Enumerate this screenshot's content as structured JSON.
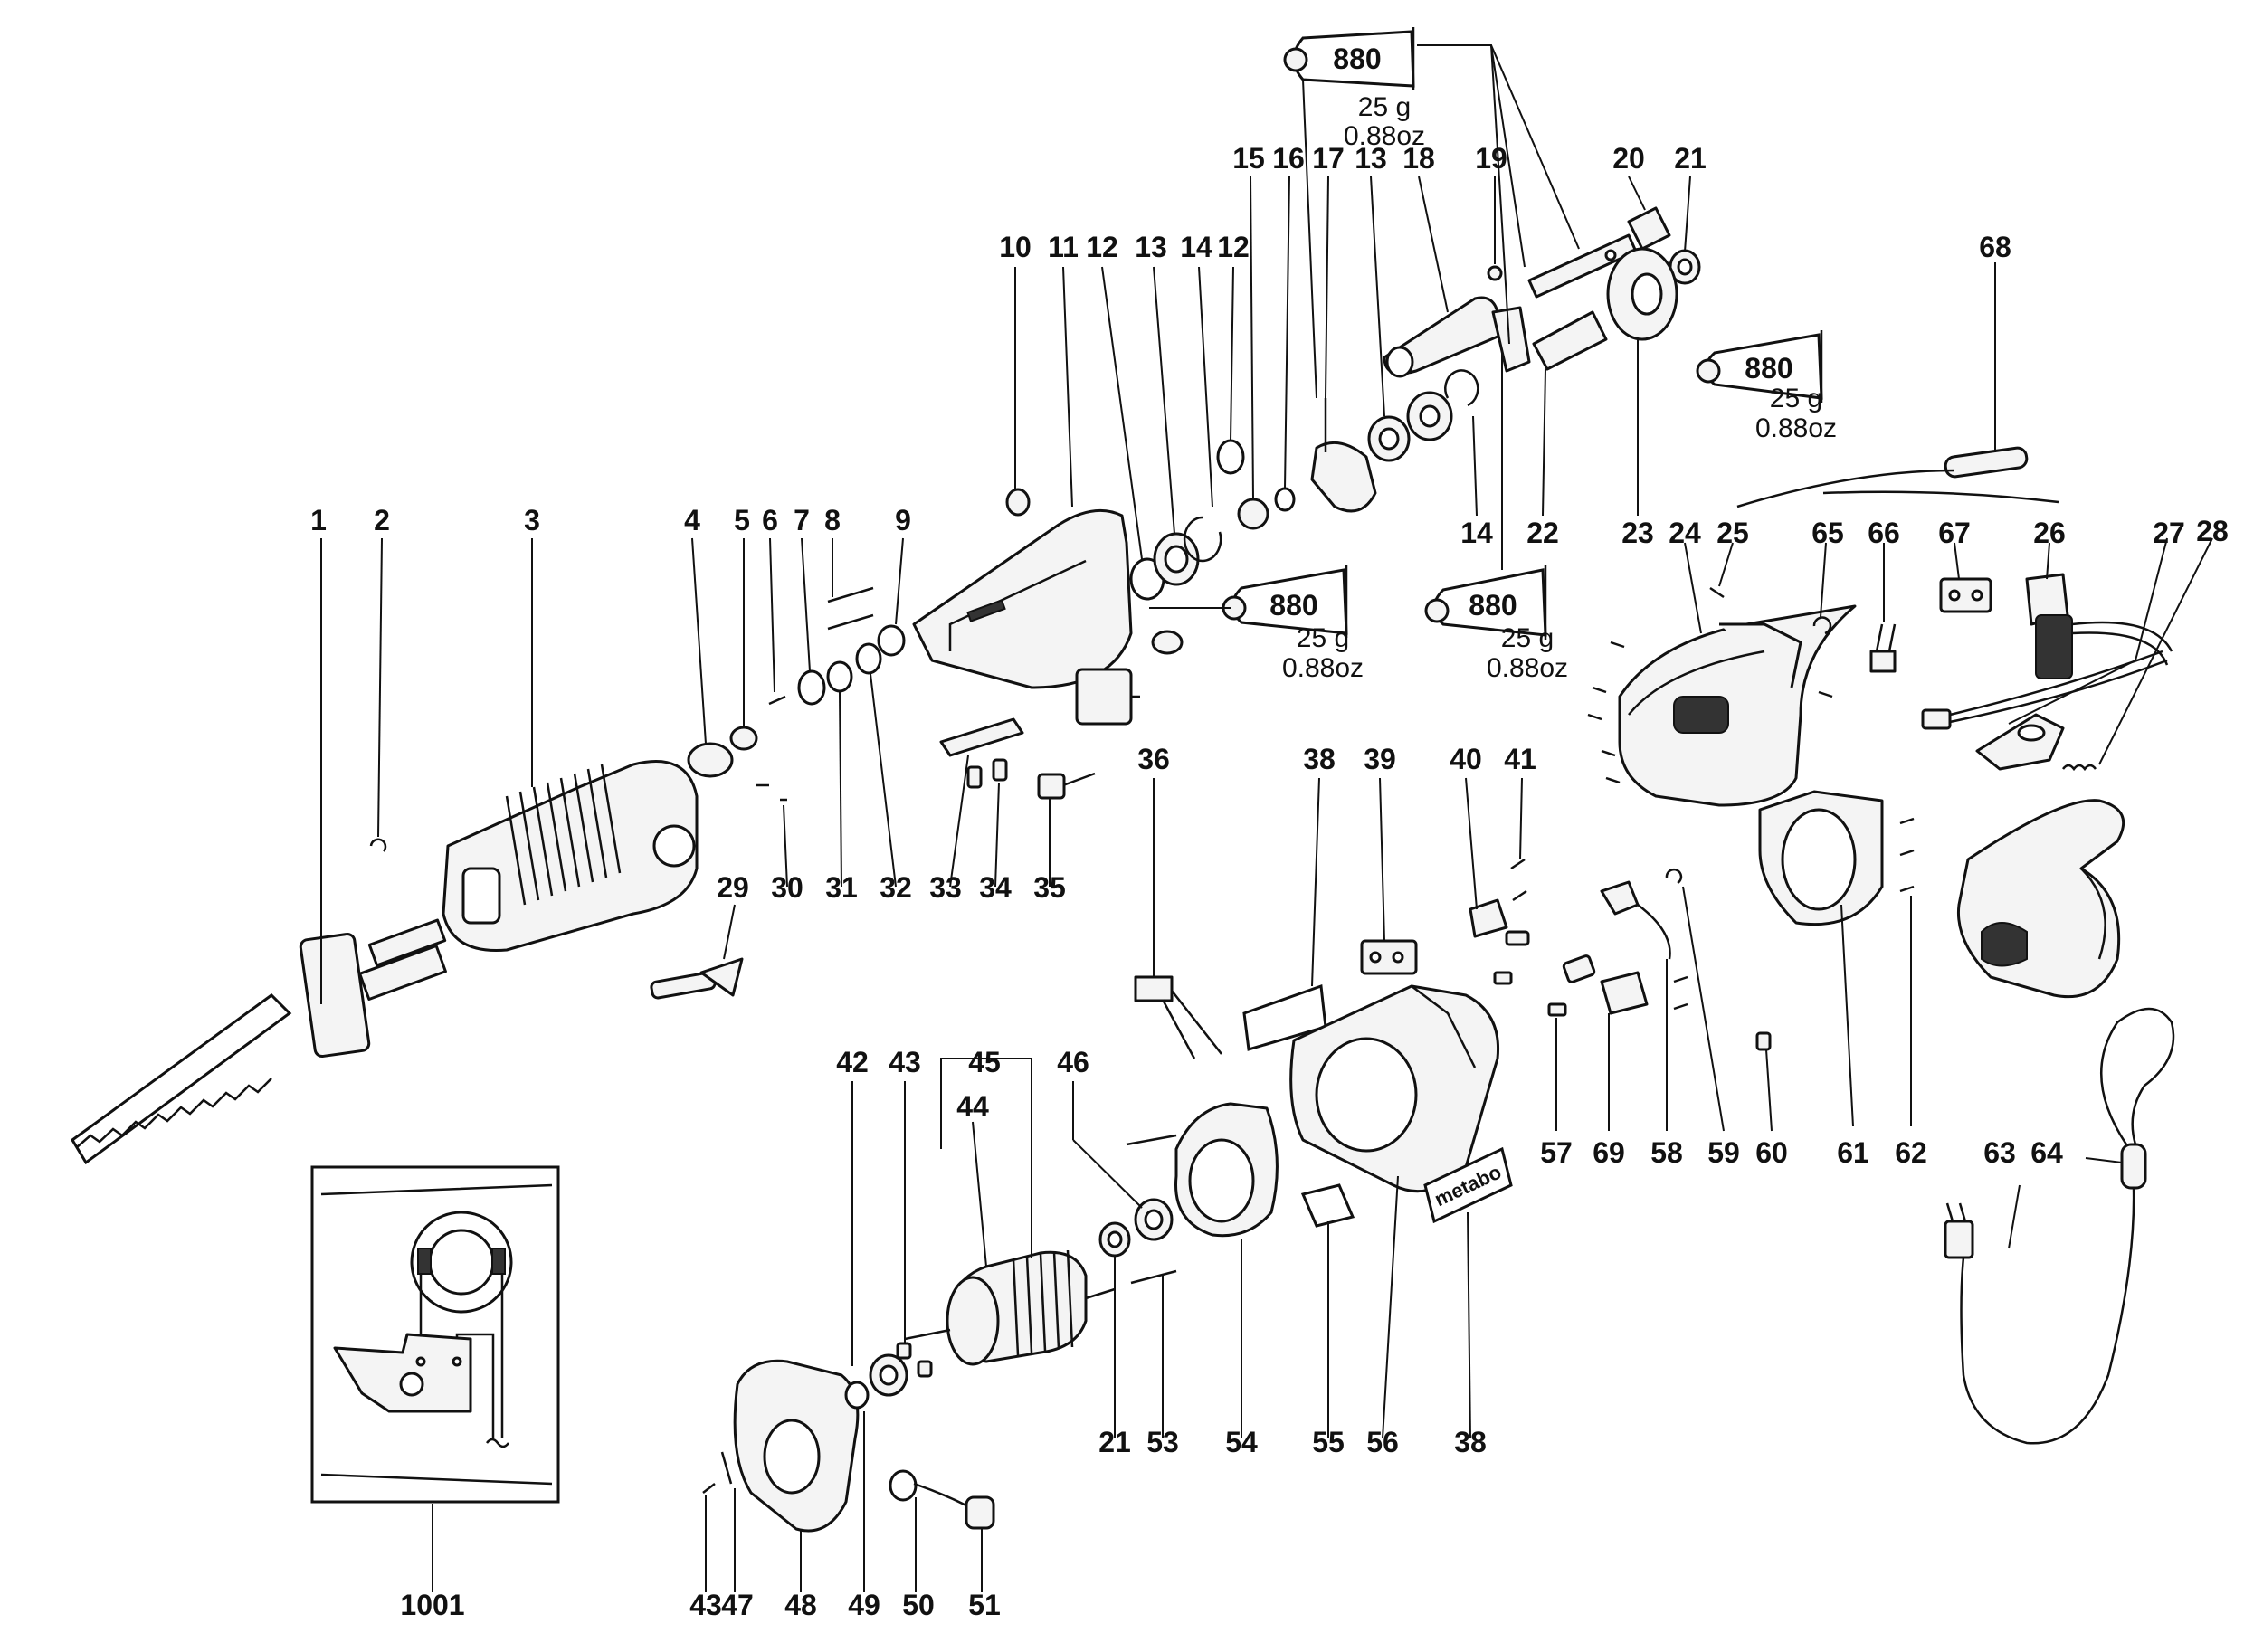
{
  "labels": [
    "1",
    "2",
    "3",
    "4",
    "5",
    "6",
    "7",
    "8",
    "9",
    "10",
    "11",
    "12",
    "13",
    "14",
    "12",
    "15",
    "16",
    "17",
    "13",
    "18",
    "19",
    "20",
    "21",
    "14",
    "22",
    "23",
    "24",
    "25",
    "65",
    "66",
    "67",
    "26",
    "27",
    "28",
    "68",
    "29",
    "30",
    "31",
    "32",
    "33",
    "34",
    "35",
    "36",
    "38",
    "39",
    "40",
    "41",
    "42",
    "43",
    "45",
    "44",
    "46",
    "21",
    "53",
    "54",
    "55",
    "56",
    "38",
    "57",
    "69",
    "58",
    "59",
    "60",
    "61",
    "62",
    "63",
    "64",
    "43",
    "47",
    "48",
    "49",
    "50",
    "51",
    "1001"
  ],
  "grease": [
    {
      "code": "880",
      "mass": "25 g",
      "mass_imperial": "0.88oz"
    },
    {
      "code": "880",
      "mass": "25 g",
      "mass_imperial": "0.88oz"
    },
    {
      "code": "880",
      "mass": "25 g",
      "mass_imperial": "0.88oz"
    },
    {
      "code": "880",
      "mass": "25 g",
      "mass_imperial": "0.88oz"
    }
  ],
  "brand_label": "metabo"
}
